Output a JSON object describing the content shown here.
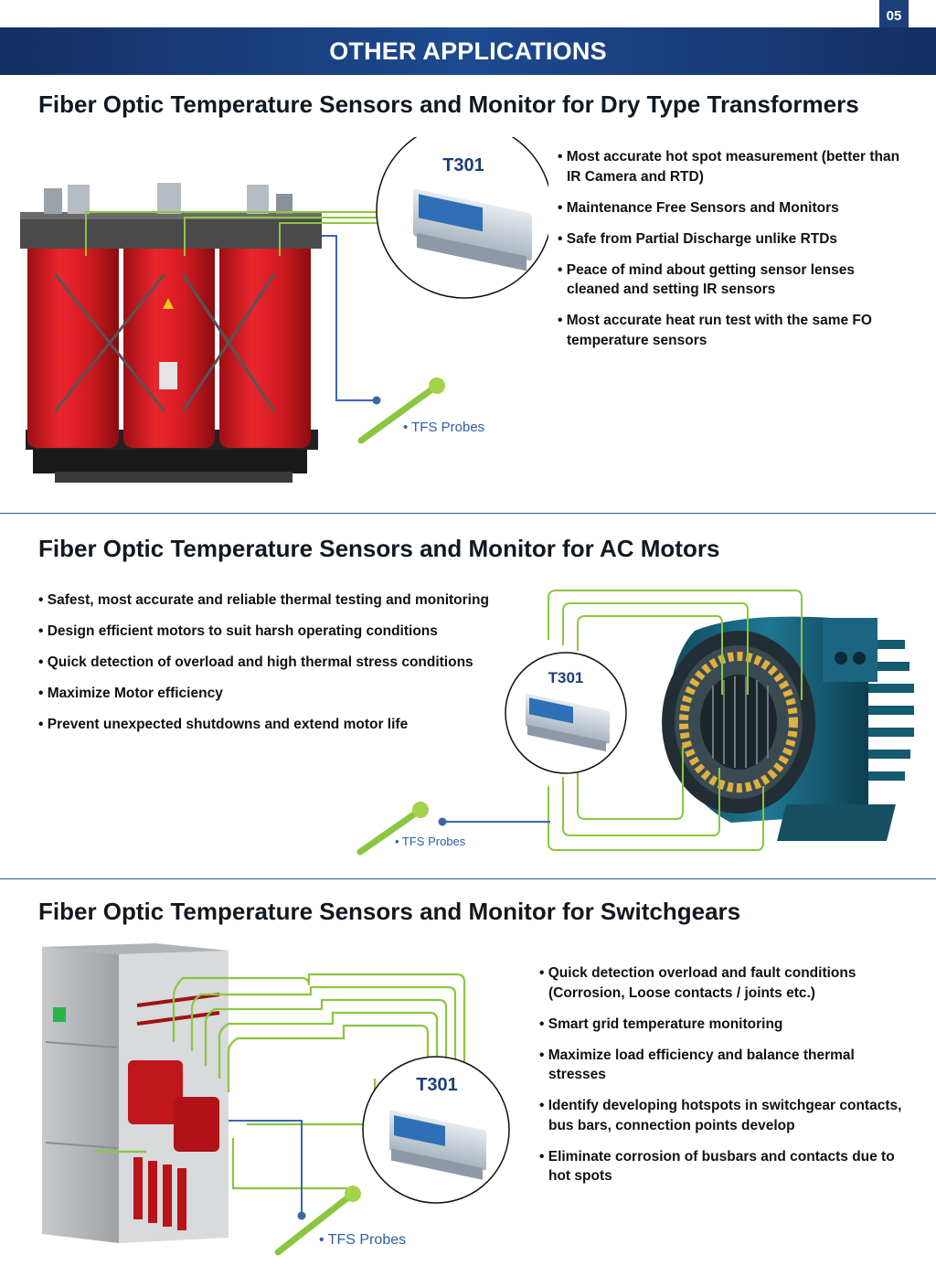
{
  "page": {
    "number": "05",
    "banner": "OTHER APPLICATIONS"
  },
  "colors": {
    "banner": "#1c3f7a",
    "fiber": "#8cc63f",
    "probe_line": "#3b66a8",
    "transformer": "#d81e24",
    "motor": "#1c6c86"
  },
  "sections": [
    {
      "title": "Fiber Optic Temperature Sensors and Monitor for Dry Type Transformers",
      "device": "T301",
      "probe_label": "• TFS Probes",
      "bullets": [
        "Most accurate hot spot measurement (better than IR Camera and RTD)",
        "Maintenance Free Sensors and Monitors",
        "Safe from Partial Discharge unlike RTDs",
        "Peace of mind about getting sensor lenses cleaned and setting IR sensors",
        "Most accurate heat run test with the same FO temperature sensors"
      ]
    },
    {
      "title": "Fiber Optic Temperature Sensors and Monitor for AC Motors",
      "device": "T301",
      "probe_label": "• TFS Probes",
      "bullets": [
        "Safest, most accurate and reliable thermal testing and monitoring",
        "Design efficient motors to suit harsh operating conditions",
        "Quick detection of overload and high thermal stress conditions",
        "Maximize Motor efficiency",
        "Prevent unexpected shutdowns and extend motor life"
      ]
    },
    {
      "title": "Fiber Optic Temperature Sensors and Monitor for Switchgears",
      "device": "T301",
      "probe_label": "• TFS Probes",
      "bullets": [
        "Quick detection overload and fault conditions (Corrosion, Loose contacts / joints etc.)",
        "Smart grid temperature monitoring",
        "Maximize load efficiency and balance thermal stresses",
        "Identify developing hotspots in switchgear contacts, bus bars, connection points develop",
        "Eliminate corrosion of busbars and contacts due to hot spots"
      ]
    }
  ]
}
